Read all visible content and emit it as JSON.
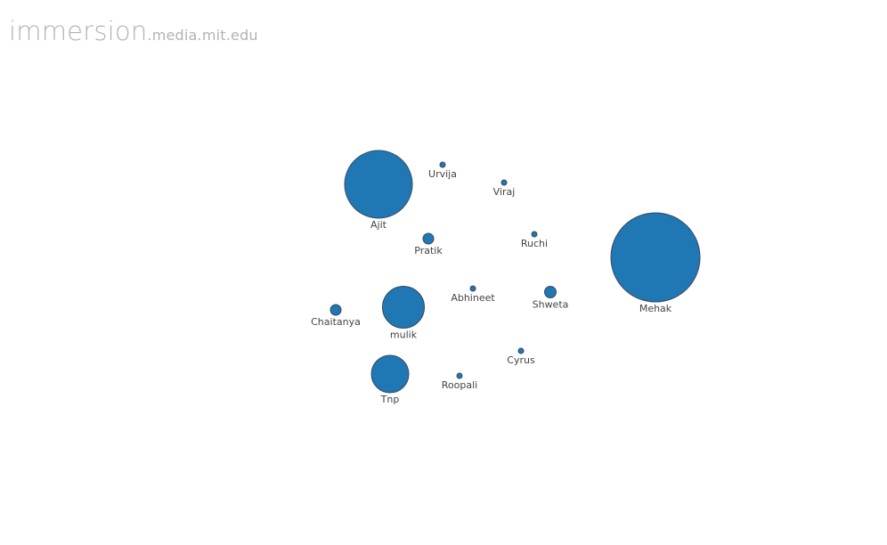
{
  "header": {
    "logo_main": "immersion",
    "logo_domain": ".media.mit.edu"
  },
  "colors": {
    "node_fill": "#1f77b4",
    "node_stroke": "#3a4a5c",
    "label": "#444444",
    "logo": "#b3b3b3"
  },
  "network": {
    "nodes": [
      {
        "id": "ajit",
        "name": "Ajit"
      },
      {
        "id": "urvija",
        "name": "Urvija"
      },
      {
        "id": "viraj",
        "name": "Viraj"
      },
      {
        "id": "pratik",
        "name": "Pratik"
      },
      {
        "id": "ruchi",
        "name": "Ruchi"
      },
      {
        "id": "mehak",
        "name": "Mehak"
      },
      {
        "id": "abhineet",
        "name": "Abhineet"
      },
      {
        "id": "shweta",
        "name": "Shweta"
      },
      {
        "id": "chaitanya",
        "name": "Chaitanya"
      },
      {
        "id": "mulik",
        "name": "mulik"
      },
      {
        "id": "cyrus",
        "name": "Cyrus"
      },
      {
        "id": "tnp",
        "name": "Tnp"
      },
      {
        "id": "roopali",
        "name": "Roopali"
      }
    ]
  }
}
